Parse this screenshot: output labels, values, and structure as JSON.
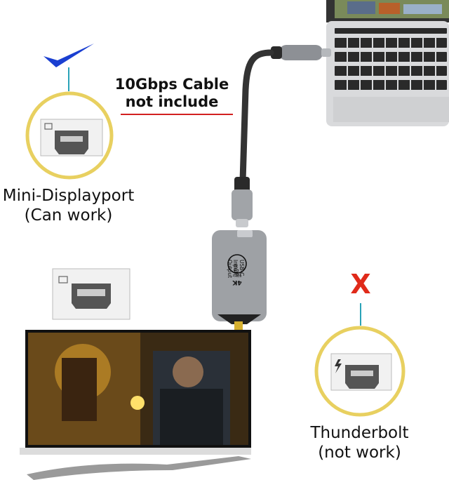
{
  "cable_label": {
    "line1": "10Gbps Cable",
    "line2": "not include"
  },
  "mini_dp_label": {
    "line1": "Mini-Displayport",
    "line2": "(Can work)"
  },
  "thunderbolt_label": {
    "line1": "Thunderbolt",
    "line2": "(not work)"
  },
  "adapter_text": {
    "line1": "mDP",
    "line2": "Output",
    "badge": "4K",
    "badge_sub": "60Hz",
    "line3": "USB-C",
    "line4": "Input"
  },
  "marks": {
    "check": "✔",
    "cross": "X"
  },
  "colors": {
    "check": "#1a3fd1",
    "cross": "#e02a1a",
    "port_ring": "#e8d060",
    "divider_red": "#d22020",
    "stem": "#2aa3b8"
  }
}
